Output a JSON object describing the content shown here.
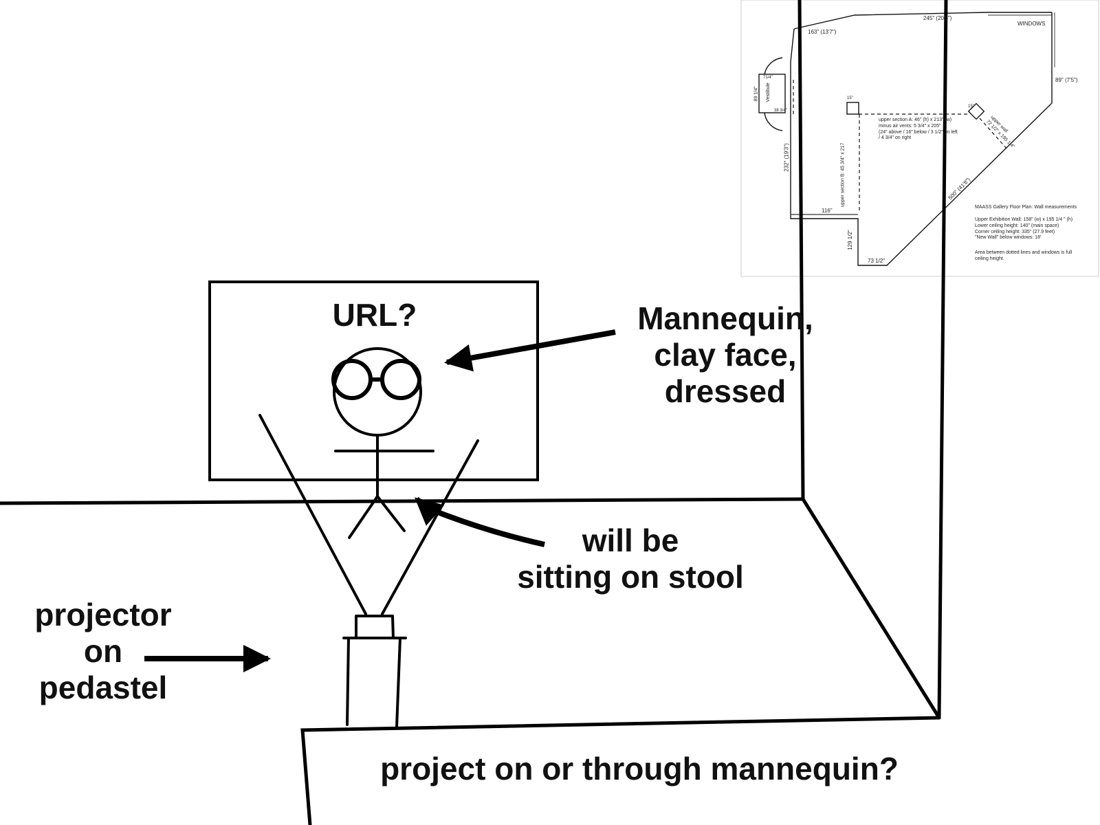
{
  "labels": {
    "screen_title": "URL?",
    "mannequin": "Mannequin,\nclay face,\ndressed",
    "stool": "will be\nsitting on stool",
    "projector": "projector\non\npedastel",
    "question": "project on or through mannequin?"
  },
  "floor_plan": {
    "dims": {
      "top": "245\" (20'5\")",
      "top_left": "163\" (13'7\")",
      "windows": "WINDOWS",
      "right": "89\" (7'5\")",
      "vestibule": "Vestibule",
      "vest_h": "89 1/4\"",
      "vest_w": "71/4\"",
      "vest_b": "38 3/4\"",
      "left_wall": "232\" (19'3\")",
      "bottom_left": "116\"",
      "lower_vert": "129 1/2\"",
      "bottom": "73 1/2\"",
      "diagonal": "500\" (41'8\")",
      "box_left": "15\"",
      "box_diamond": "15\"",
      "upper_wall": "upper wall\n72 1/2\" x 195 1/4\"",
      "section_b": "upper section B: 45 3/4\" x 217"
    },
    "section_a": "upper section A: 46\" (h) x 213\" (w)\nminus air vents: 5 3/4\" x 205\"\n(24\" above / 16\" below / 3 1/2\" on left\n/ 4 3/4\" on right",
    "legend_title": "MAASS Gallery Floor Plan: Wall measurements",
    "legend_lines": "Upper Exhibition Wall: 158\" (w) x 195 1/4 \" (h)\nLower ceiling height: 140\" (main space)\nCorner ceiling height: 335\" (27.9 feet)\n\"New Wall\" below windows: 18'",
    "legend_note": "Area between dotted lines and windows is full\nceiling height."
  }
}
